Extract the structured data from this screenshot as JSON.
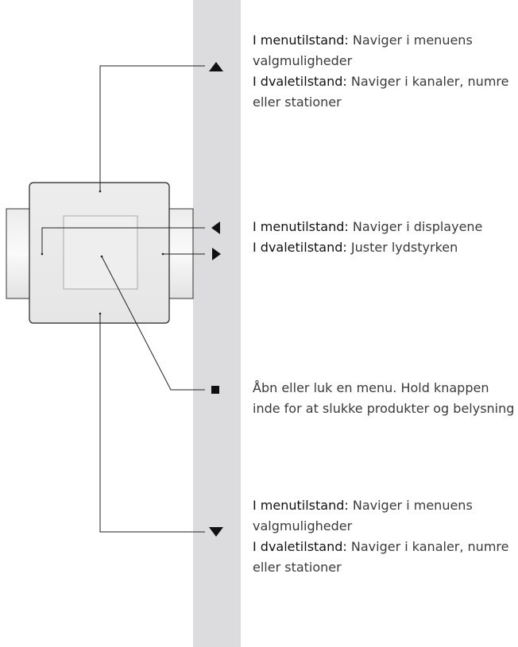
{
  "descriptions": {
    "up": {
      "menu_term": "I menutilstand:",
      "menu_text": " Naviger i menuens valgmuligheder",
      "sleep_term": "I dvaletilstand:",
      "sleep_text": " Naviger i kanaler, numre eller stationer"
    },
    "leftright": {
      "menu_term": "I menutilstand:",
      "menu_text": " Naviger i displayene",
      "sleep_term": "I dvaletilstand:",
      "sleep_text": " Juster lydstyrken"
    },
    "center": {
      "text": "Åbn eller luk en menu. Hold knappen inde for at slukke produkter og belysning"
    },
    "down": {
      "menu_term": "I menutilstand:",
      "menu_text": " Naviger i menuens valgmuligheder",
      "sleep_term": "I dvaletilstand:",
      "sleep_text": " Naviger i kanaler, numre eller stationer"
    }
  },
  "icons": [
    "up-arrow-icon",
    "left-arrow-icon",
    "right-arrow-icon",
    "center-square-icon",
    "down-arrow-icon"
  ],
  "colors": {
    "strip": "#dcdcdf",
    "outline": "#333333",
    "text": "#3a3a3a"
  }
}
